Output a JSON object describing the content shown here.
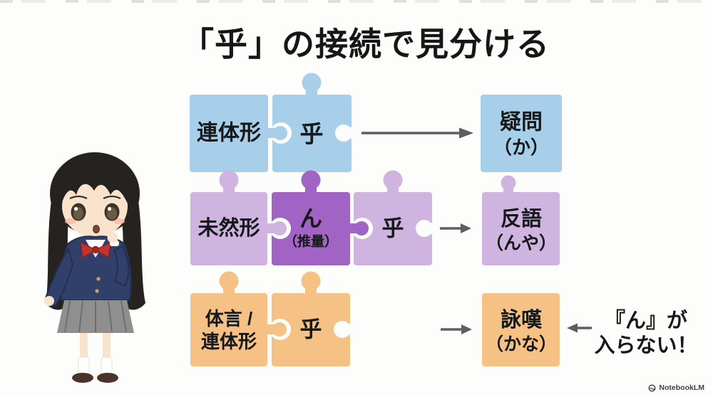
{
  "title": "「乎」の接続で見分ける",
  "colors": {
    "blue": "#a8cfea",
    "light_purple": "#cfb4e0",
    "dark_purple": "#a164c4",
    "orange": "#f5c184",
    "arrow": "#5a5f63"
  },
  "rows": [
    {
      "pieces": [
        {
          "label": "連体形"
        },
        {
          "label": "乎"
        }
      ],
      "result": {
        "label": "疑問",
        "reading": "（か）"
      }
    },
    {
      "pieces": [
        {
          "label": "未然形"
        },
        {
          "label": "ん",
          "sub": "（推量）"
        },
        {
          "label": "乎"
        }
      ],
      "result": {
        "label": "反語",
        "reading": "（んや）"
      }
    },
    {
      "pieces": [
        {
          "label1": "体言 /",
          "label2": "連体形"
        },
        {
          "label": "乎"
        }
      ],
      "result": {
        "label": "詠嘆",
        "reading": "（かな）"
      },
      "note": {
        "line1": "『ん』が",
        "line2": "入らない！"
      }
    }
  ],
  "watermark": {
    "label": "NotebookLM"
  }
}
